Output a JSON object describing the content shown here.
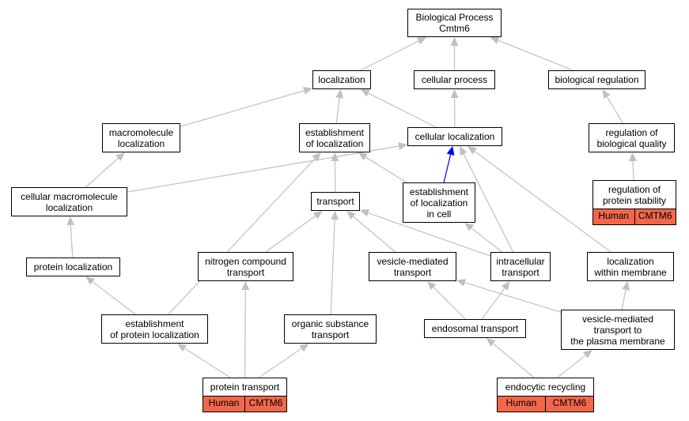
{
  "colors": {
    "edge": "#c0c0c0",
    "highlight_edge": "#0000ff",
    "annotation": "#f2674b"
  },
  "nodes": {
    "root": "Biological Process\nCmtm6",
    "localization": "localization",
    "cellular_process": "cellular process",
    "biological_regulation": "biological regulation",
    "macromolecule_localization": "macromolecule\nlocalization",
    "establishment_of_localization": "establishment\nof localization",
    "cellular_localization": "cellular localization",
    "regulation_of_biological_quality": "regulation of\nbiological quality",
    "cellular_macromolecule_localization": "cellular macromolecule\nlocalization",
    "transport": "transport",
    "establishment_of_localization_in_cell": "establishment\nof localization\nin cell",
    "regulation_of_protein_stability": "regulation of\nprotein stability",
    "protein_localization": "protein localization",
    "nitrogen_compound_transport": "nitrogen compound\ntransport",
    "vesicle_mediated_transport": "vesicle-mediated\ntransport",
    "intracellular_transport": "intracellular\ntransport",
    "localization_within_membrane": "localization\nwithin membrane",
    "establishment_of_protein_localization": "establishment\nof protein localization",
    "organic_substance_transport": "organic substance\ntransport",
    "endosomal_transport": "endosomal transport",
    "vesicle_mediated_transport_to_plasma_membrane": "vesicle-mediated\ntransport to\nthe plasma membrane",
    "protein_transport": "protein transport",
    "endocytic_recycling": "endocytic recycling"
  },
  "annotations": {
    "regulation_of_protein_stability": {
      "species": "Human",
      "gene": "CMTM6"
    },
    "protein_transport": {
      "species": "Human",
      "gene": "CMTM6"
    },
    "endocytic_recycling": {
      "species": "Human",
      "gene": "CMTM6"
    }
  },
  "edges": [
    {
      "from": "localization",
      "to": "root"
    },
    {
      "from": "cellular_process",
      "to": "root"
    },
    {
      "from": "biological_regulation",
      "to": "root"
    },
    {
      "from": "macromolecule_localization",
      "to": "localization"
    },
    {
      "from": "establishment_of_localization",
      "to": "localization"
    },
    {
      "from": "cellular_localization",
      "to": "localization"
    },
    {
      "from": "cellular_localization",
      "to": "cellular_process"
    },
    {
      "from": "regulation_of_biological_quality",
      "to": "biological_regulation"
    },
    {
      "from": "regulation_of_protein_stability",
      "to": "regulation_of_biological_quality"
    },
    {
      "from": "cellular_macromolecule_localization",
      "to": "macromolecule_localization"
    },
    {
      "from": "cellular_macromolecule_localization",
      "to": "cellular_localization"
    },
    {
      "from": "transport",
      "to": "establishment_of_localization"
    },
    {
      "from": "establishment_of_localization_in_cell",
      "to": "establishment_of_localization"
    },
    {
      "from": "establishment_of_localization_in_cell",
      "to": "cellular_localization",
      "highlight": true
    },
    {
      "from": "protein_localization",
      "to": "cellular_macromolecule_localization"
    },
    {
      "from": "establishment_of_protein_localization",
      "to": "protein_localization"
    },
    {
      "from": "establishment_of_protein_localization",
      "to": "establishment_of_localization"
    },
    {
      "from": "nitrogen_compound_transport",
      "to": "transport"
    },
    {
      "from": "organic_substance_transport",
      "to": "transport"
    },
    {
      "from": "vesicle_mediated_transport",
      "to": "transport"
    },
    {
      "from": "intracellular_transport",
      "to": "transport"
    },
    {
      "from": "intracellular_transport",
      "to": "establishment_of_localization_in_cell"
    },
    {
      "from": "intracellular_transport",
      "to": "cellular_localization"
    },
    {
      "from": "localization_within_membrane",
      "to": "cellular_localization"
    },
    {
      "from": "endosomal_transport",
      "to": "vesicle_mediated_transport"
    },
    {
      "from": "endosomal_transport",
      "to": "intracellular_transport"
    },
    {
      "from": "vesicle_mediated_transport_to_plasma_membrane",
      "to": "vesicle_mediated_transport"
    },
    {
      "from": "vesicle_mediated_transport_to_plasma_membrane",
      "to": "localization_within_membrane"
    },
    {
      "from": "protein_transport",
      "to": "establishment_of_protein_localization"
    },
    {
      "from": "protein_transport",
      "to": "nitrogen_compound_transport"
    },
    {
      "from": "protein_transport",
      "to": "organic_substance_transport"
    },
    {
      "from": "endocytic_recycling",
      "to": "endosomal_transport"
    },
    {
      "from": "endocytic_recycling",
      "to": "vesicle_mediated_transport_to_plasma_membrane"
    }
  ]
}
